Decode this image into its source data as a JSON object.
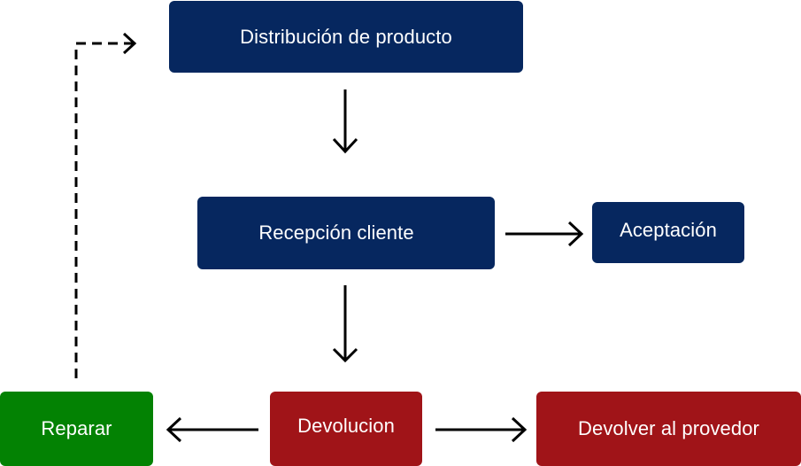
{
  "diagram": {
    "nodes": {
      "distribucion": {
        "label": "Distribución de producto",
        "color": "#06275F"
      },
      "recepcion": {
        "label": "Recepción cliente",
        "color": "#06275F"
      },
      "aceptacion": {
        "label": "Aceptación",
        "color": "#06275F"
      },
      "devolucion": {
        "label": "Devolucion",
        "color": "#A01418"
      },
      "reparar": {
        "label": "Reparar",
        "color": "#038203"
      },
      "devolver": {
        "label": "Devolver al provedor",
        "color": "#A01418"
      }
    },
    "edges": [
      {
        "from": "distribucion",
        "to": "recepcion",
        "style": "solid"
      },
      {
        "from": "recepcion",
        "to": "aceptacion",
        "style": "solid"
      },
      {
        "from": "recepcion",
        "to": "devolucion",
        "style": "solid"
      },
      {
        "from": "devolucion",
        "to": "reparar",
        "style": "solid"
      },
      {
        "from": "devolucion",
        "to": "devolver",
        "style": "solid"
      },
      {
        "from": "reparar",
        "to": "distribucion",
        "style": "dashed"
      }
    ],
    "arrow_color": "#000000"
  }
}
